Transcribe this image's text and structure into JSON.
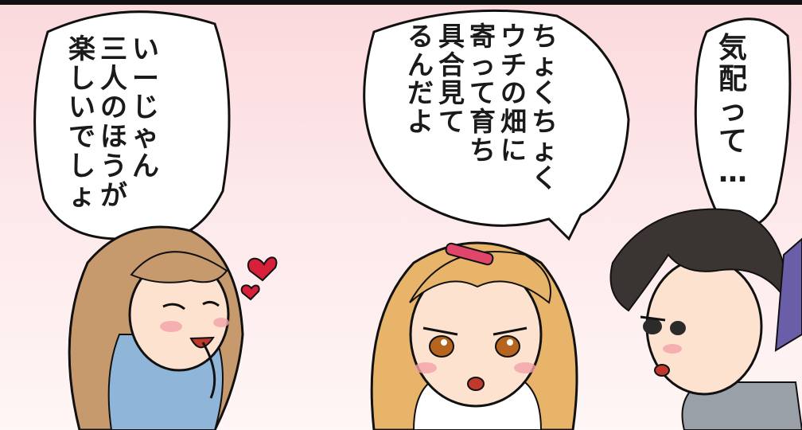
{
  "panel": {
    "speech": [
      {
        "id": "left",
        "speaker": "long-haired girl",
        "lines": [
          "いーじゃん",
          "三人のほうが",
          "楽しいでしょ"
        ]
      },
      {
        "id": "middle",
        "speaker": "blonde girl",
        "lines": [
          "ちょくちょく",
          "ウチの畑に",
          "寄って育ち",
          "具合見て",
          "るんだよ"
        ]
      },
      {
        "id": "right",
        "speaker": "dark-haired boy",
        "lines": [
          "気配って…"
        ]
      }
    ],
    "colors": {
      "background_top": "#fbd9dc",
      "background_bottom": "#fff6f5",
      "outline": "#111111",
      "heart": "#d8203a",
      "hair_left": "#c79a6e",
      "hair_middle": "#e8b46a",
      "hair_right": "#3a3432",
      "ribbon": "#e0466a"
    }
  }
}
